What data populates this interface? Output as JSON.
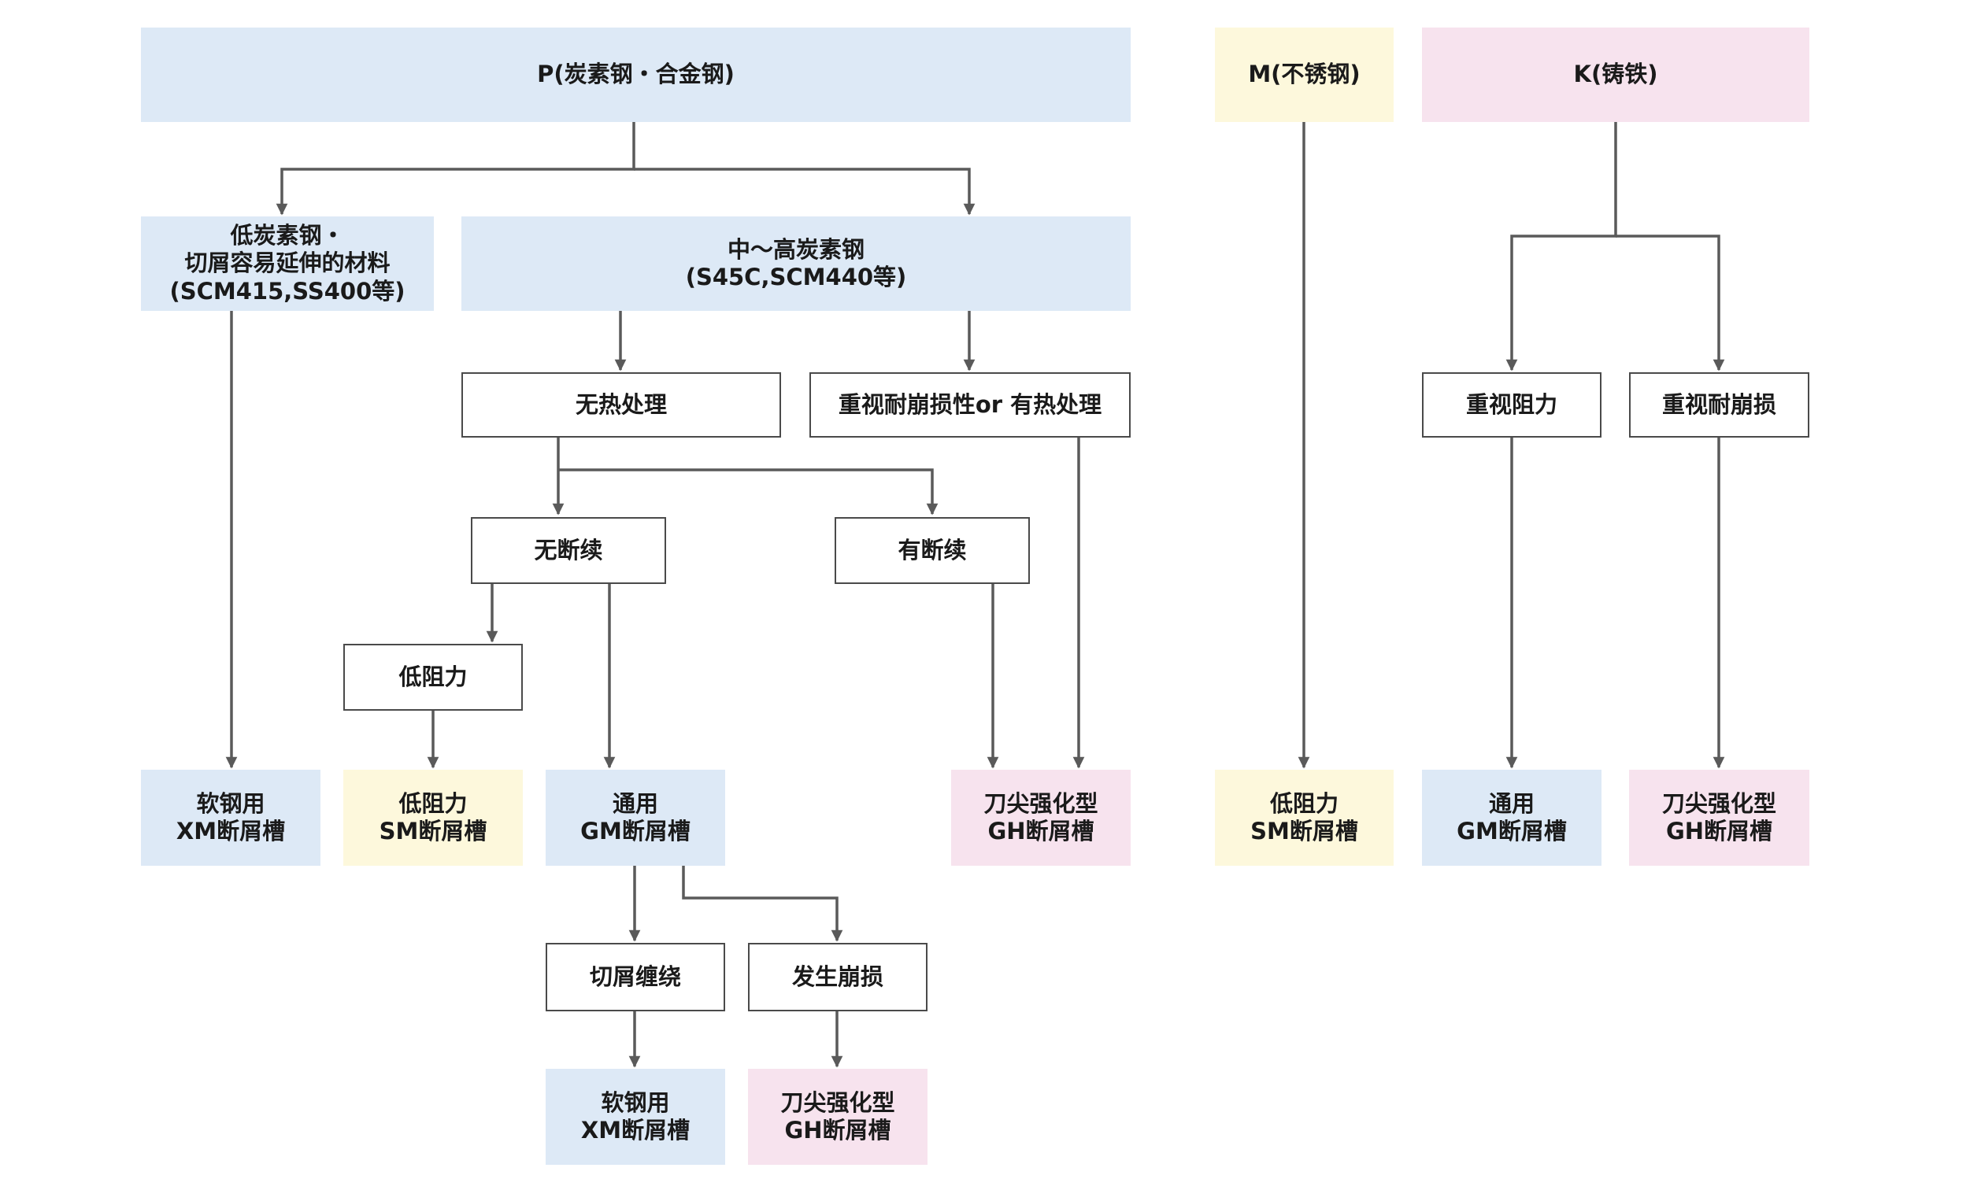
{
  "colors": {
    "blue": "#dde9f6",
    "yellow": "#fdf8dc",
    "pink": "#f7e3ee",
    "outline": "#4a4a4a",
    "connector": "#5a5a5a"
  },
  "categories": {
    "p": "P(炭素钢・合金钢)",
    "m": "M(不锈钢)",
    "k": "K(铸铁)"
  },
  "p_branch": {
    "low_carbon": [
      "低炭素钢・",
      "切屑容易延伸的材料",
      "(SCM415,SS400等)"
    ],
    "mid_high_carbon": [
      "中～高炭素钢",
      "(S45C,SCM440等)"
    ],
    "no_heat_treatment": "无热处理",
    "chipping_or_heat_treatment": "重视耐崩损性or 有热处理",
    "no_interruption": "无断续",
    "with_interruption": "有断续",
    "low_resistance": "低阻力",
    "chip_entanglement": "切屑缠绕",
    "chipping_occurs": "发生崩损"
  },
  "k_branch": {
    "resistance_priority": "重视阻力",
    "chipping_priority": "重视耐崩损"
  },
  "results": {
    "xm": [
      "软钢用",
      "XM断屑槽"
    ],
    "sm": [
      "低阻力",
      "SM断屑槽"
    ],
    "gm": [
      "通用",
      "GM断屑槽"
    ],
    "gh": [
      "刀尖强化型",
      "GH断屑槽"
    ]
  }
}
